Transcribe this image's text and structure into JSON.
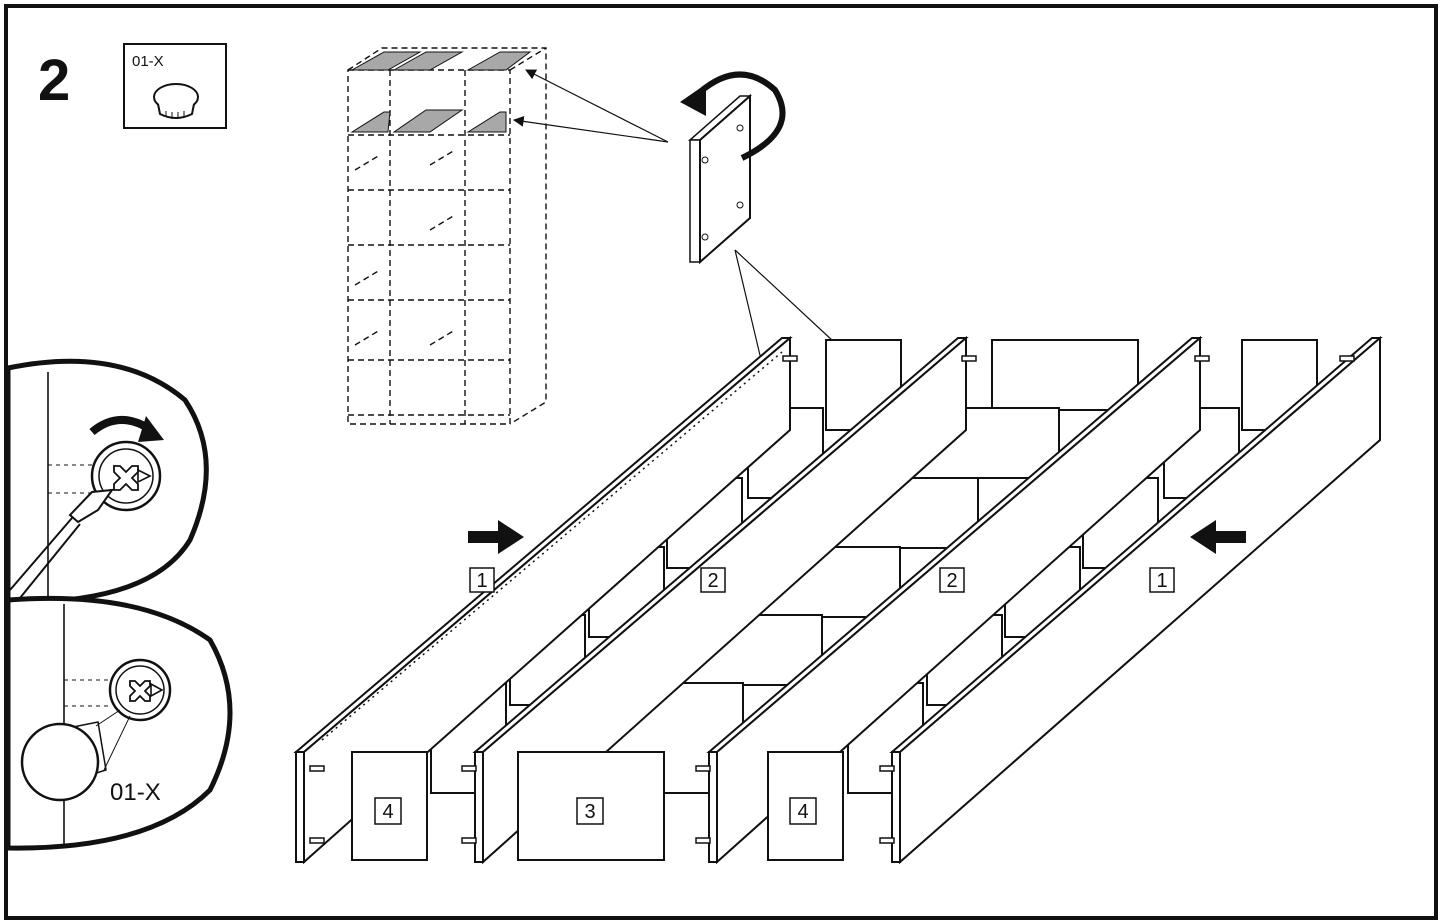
{
  "step": {
    "number": "2"
  },
  "part_icon": {
    "code": "01-X"
  },
  "detail": {
    "cap_code": "01-X"
  },
  "labels": {
    "side_panel_left": "1",
    "side_panel_right": "1",
    "divider_left": "2",
    "divider_right": "2",
    "small_shelf_left": "4",
    "small_shelf_right": "4",
    "center_shelf": "3"
  },
  "colors": {
    "ink": "#111111",
    "shade": "#a8a8a8",
    "paper": "#ffffff"
  },
  "icons": [
    "rotate-arrow-icon",
    "push-arrow-icon",
    "screwdriver-icon",
    "cam-lock-icon",
    "cover-cap-icon"
  ]
}
